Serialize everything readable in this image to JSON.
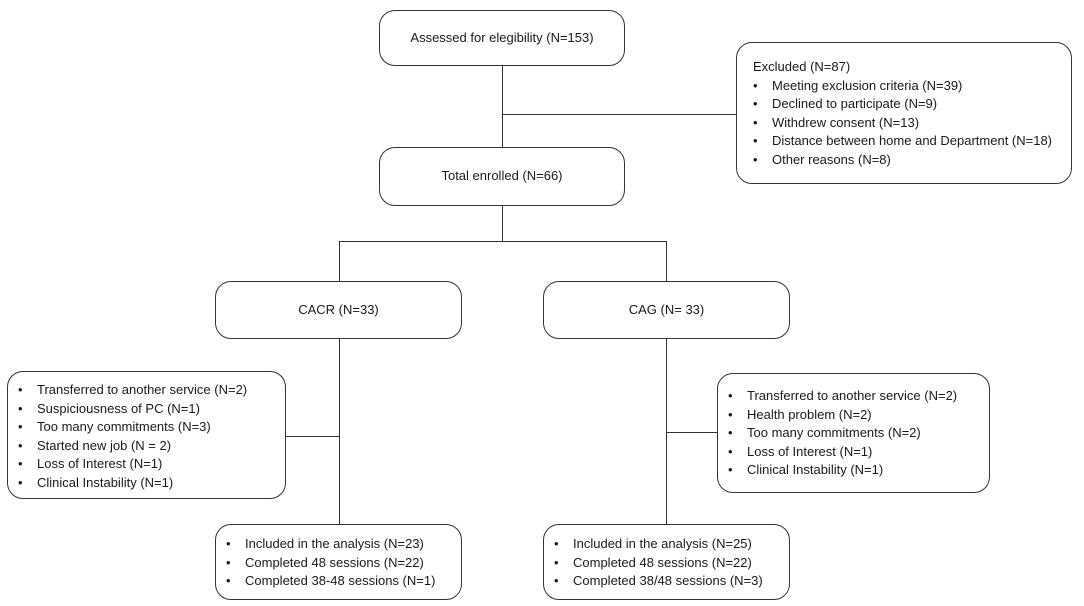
{
  "assessed": {
    "label": "Assessed for elegibility (N=153)"
  },
  "excluded": {
    "title": "Excluded (N=87)",
    "items": [
      "Meeting exclusion criteria (N=39)",
      "Declined to participate (N=9)",
      "Withdrew consent (N=13)",
      "Distance between home and Department (N=18)",
      "Other reasons (N=8)"
    ]
  },
  "enrolled": {
    "label": "Total enrolled (N=66)"
  },
  "cacr": {
    "label": "CACR (N=33)"
  },
  "cag": {
    "label": "CAG (N= 33)"
  },
  "cacr_dropouts": {
    "items": [
      "Transferred to another service (N=2)",
      "Suspiciousness of PC (N=1)",
      "Too many commitments (N=3)",
      "Started new job (N = 2)",
      "Loss of Interest (N=1)",
      "Clinical Instability (N=1)"
    ]
  },
  "cag_dropouts": {
    "items": [
      "Transferred to another service (N=2)",
      "Health problem (N=2)",
      "Too many commitments (N=2)",
      "Loss of Interest (N=1)",
      "Clinical Instability (N=1)"
    ]
  },
  "cacr_analysis": {
    "items": [
      "Included in the analysis (N=23)",
      "Completed 48 sessions (N=22)",
      "Completed 38-48 sessions (N=1)"
    ]
  },
  "cag_analysis": {
    "items": [
      "Included in the analysis (N=25)",
      "Completed 48 sessions (N=22)",
      "Completed 38/48 sessions (N=3)"
    ]
  }
}
